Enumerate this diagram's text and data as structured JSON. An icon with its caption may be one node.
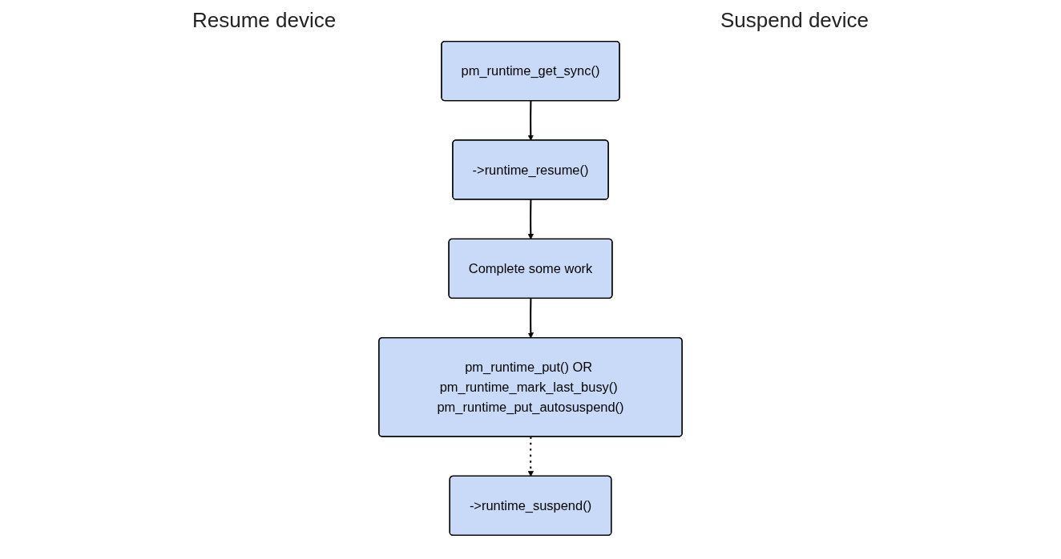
{
  "diagram": {
    "nodes": [
      {
        "text": [
          "pm_runtime_get_sync()"
        ]
      },
      {
        "text": [
          "->runtime_resume()"
        ]
      },
      {
        "text": [
          "Complete some work"
        ]
      },
      {
        "text": [
          "->runtime_suspend()"
        ]
      },
      {
        "text": [
          "pm_runtime_put() OR pm_runtime_mark_last_busy() pm_runtime_put_autosuspend()"
        ]
      }
    ],
    "edges": [
      {
        "from": 0,
        "to": 1,
        "arrow": "to"
      },
      {
        "from": 1,
        "to": 2,
        "arrow": "to"
      },
      {
        "from": 2,
        "to": 4,
        "arrow": "to"
      },
      {
        "from": 4,
        "to": 3,
        "arrow": "to",
        "style": "dashed"
      }
    ],
    "labels": [
      "Resume device",
      "Suspend device"
    ]
  }
}
